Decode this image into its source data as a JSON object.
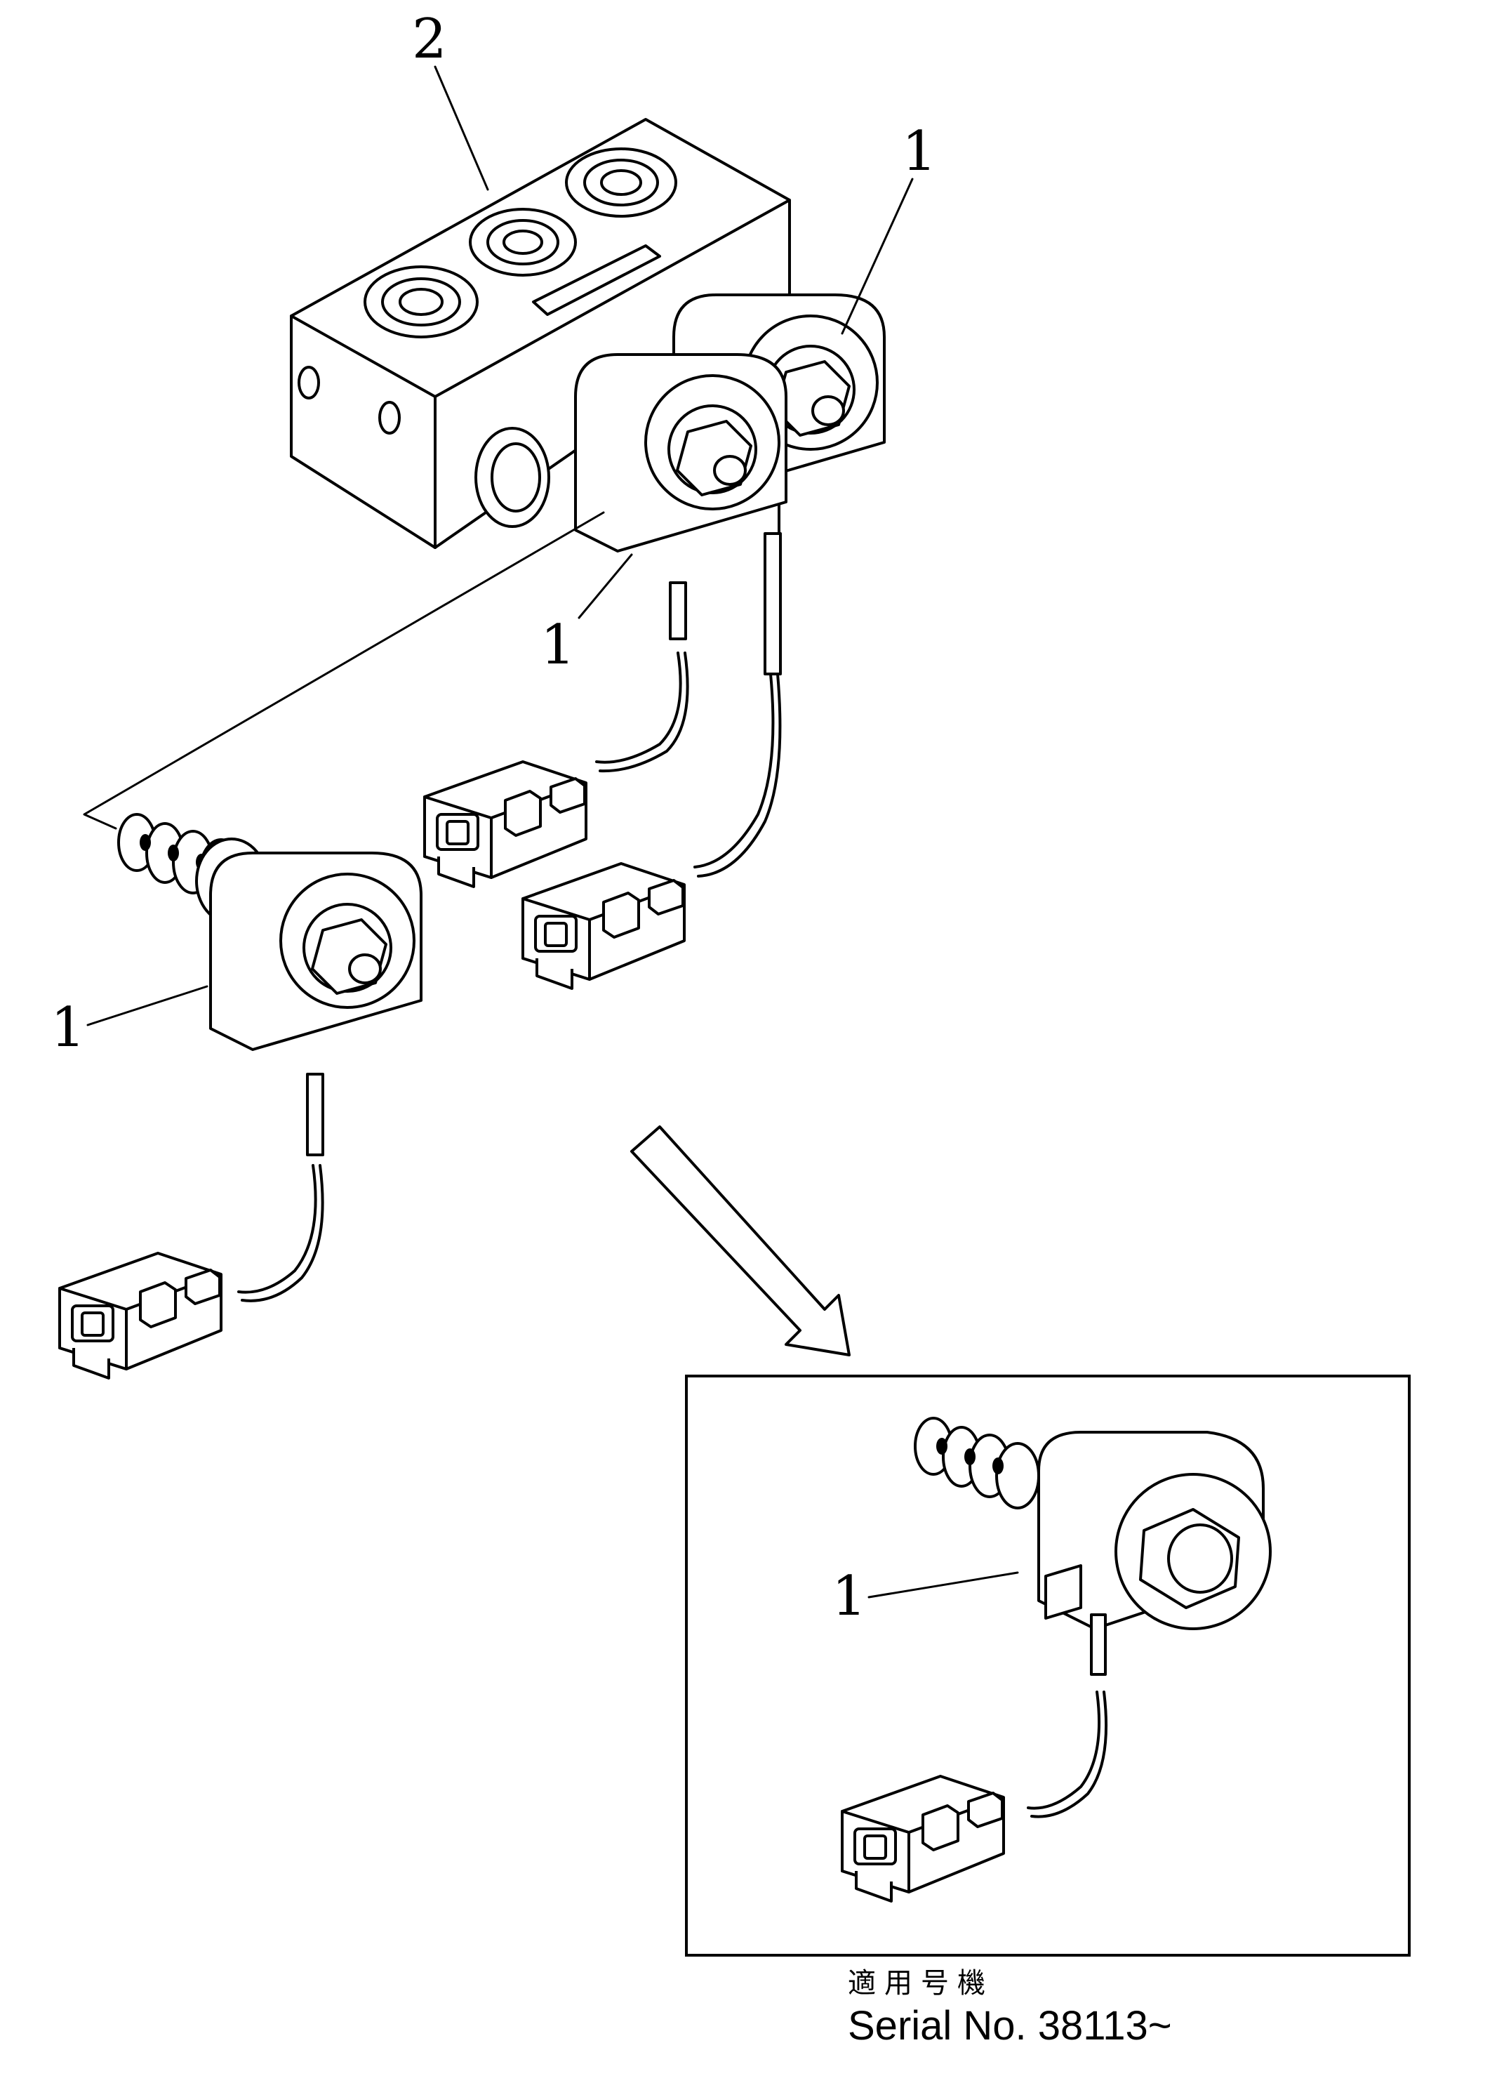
{
  "callouts": {
    "valve_block": "2",
    "solenoid_rear": "1",
    "solenoid_front": "1",
    "solenoid_separate": "1",
    "solenoid_inset": "1"
  },
  "inset": {
    "applicable_serial_heading": "適用号機",
    "serial_number": "Serial No. 38113~"
  }
}
